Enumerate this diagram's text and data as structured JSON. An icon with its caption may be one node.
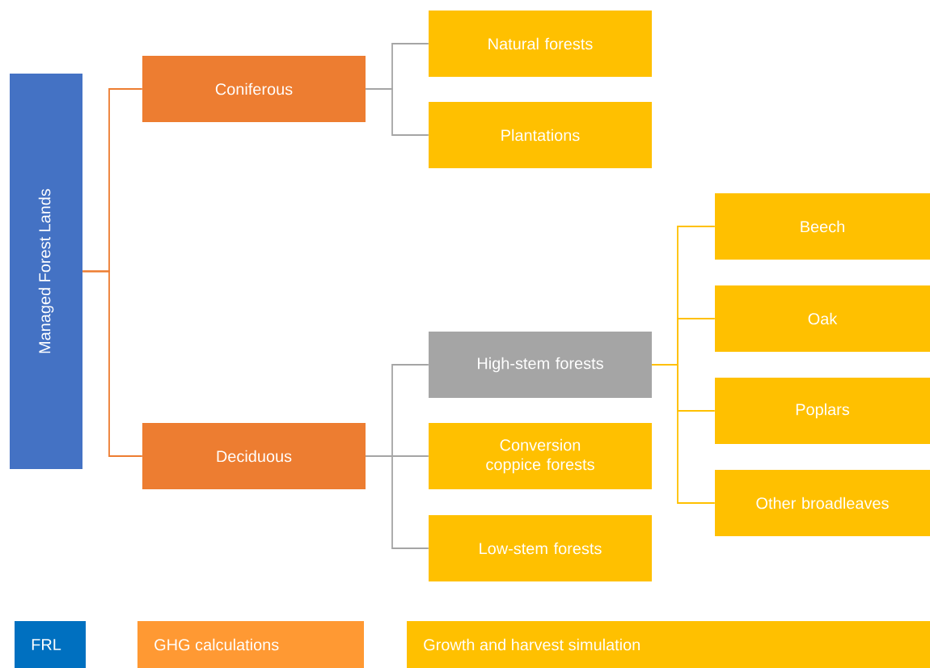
{
  "diagram": {
    "nodes": [
      {
        "text": [
          "Managed Forest Lands"
        ]
      },
      {
        "text": [
          "Coniferous"
        ]
      },
      {
        "text": [
          "Deciduous"
        ]
      },
      {
        "text": [
          "Natural forests"
        ]
      },
      {
        "text": [
          "Plantations"
        ]
      },
      {
        "text": [
          "High-stem forests"
        ]
      },
      {
        "text": [
          "Conversion coppice forests"
        ]
      },
      {
        "text": [
          "Low-stem forests"
        ]
      },
      {
        "text": [
          "Beech"
        ]
      },
      {
        "text": [
          "Oak"
        ]
      },
      {
        "text": [
          "Poplars"
        ]
      },
      {
        "text": [
          "Other broadleaves"
        ]
      }
    ],
    "edges": [
      {
        "from": 0,
        "to": 1,
        "arrow": "none",
        "color": "#ed7d31"
      },
      {
        "from": 0,
        "to": 2,
        "arrow": "none",
        "color": "#ed7d31"
      },
      {
        "from": 1,
        "to": 3,
        "arrow": "none"
      },
      {
        "from": 1,
        "to": 4,
        "arrow": "none"
      },
      {
        "from": 2,
        "to": 5,
        "arrow": "none"
      },
      {
        "from": 2,
        "to": 6,
        "arrow": "none"
      },
      {
        "from": 2,
        "to": 7,
        "arrow": "none"
      },
      {
        "from": 5,
        "to": 8,
        "arrow": "none",
        "color": "#ffc000"
      },
      {
        "from": 5,
        "to": 9,
        "arrow": "none",
        "color": "#ffc000"
      },
      {
        "from": 5,
        "to": 10,
        "arrow": "none",
        "color": "#ffc000"
      },
      {
        "from": 5,
        "to": 11,
        "arrow": "none",
        "color": "#ffc000"
      }
    ],
    "legend": [
      {
        "text": "FRL",
        "color": "#0070c0"
      },
      {
        "text": "GHG calculations",
        "color": "#ff9933"
      },
      {
        "text": "Growth and harvest simulation",
        "color": "#ffc000"
      }
    ]
  }
}
